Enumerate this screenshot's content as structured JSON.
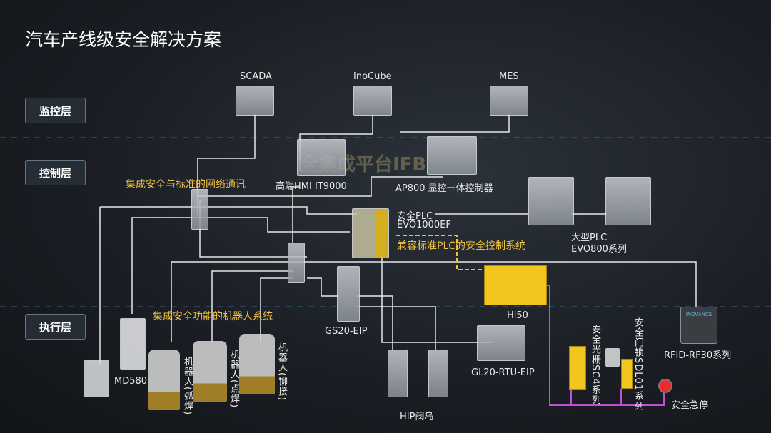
{
  "title": "汽车产线级安全解决方案",
  "layers": [
    "监控层",
    "控制层",
    "执行层"
  ],
  "watermark": "全集成平台IFB",
  "devices": {
    "scada": "SCADA",
    "inocube": "InoCube",
    "mes": "MES",
    "hmi": "高端HMI  IT9000",
    "ap800": "AP800 显控一体控制器",
    "safety_plc_1": "安全PLC",
    "safety_plc_2": "EVO1000EF",
    "large_plc_1": "大型PLC",
    "large_plc_2": "EVO800系列",
    "hi50": "Hi50",
    "gs20": "GS20-EIP",
    "gl20": "GL20-RTU-EIP",
    "hip": "HIP阀岛",
    "rfid": "RFID-RF30系列",
    "md580": "MD580",
    "robot1": "机器人(弧焊)",
    "robot2": "机器人(点焊)",
    "robot3": "机器人(铆接)",
    "light_curtain": "安全光栅SC4系列",
    "door_lock": "安全门锁SDL01系列",
    "estop": "安全急停",
    "rfid_brand": "INOVANCE"
  },
  "callouts": {
    "network": "集成安全与标准的网络通讯",
    "plc": "兼容标准PLC的安全控制系统",
    "robot": "集成安全功能的机器人系统"
  }
}
